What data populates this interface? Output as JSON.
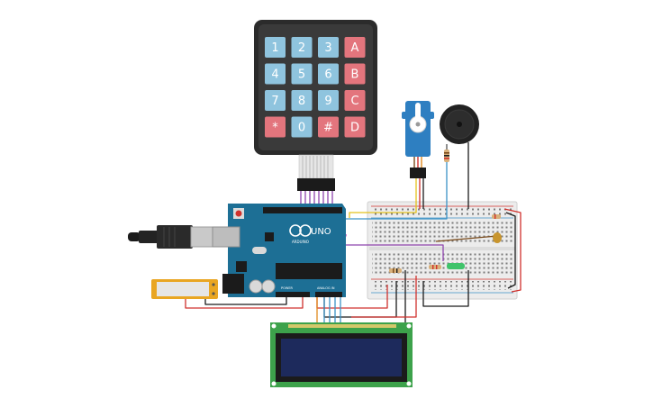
{
  "keypad": {
    "keys": [
      [
        "1",
        "2",
        "3",
        "A"
      ],
      [
        "4",
        "5",
        "6",
        "B"
      ],
      [
        "7",
        "8",
        "9",
        "C"
      ],
      [
        "*",
        "0",
        "#",
        "D"
      ]
    ],
    "colors": {
      "body": "#2b2b2b",
      "digit_key": "#8fc4de",
      "letter_key": "#e3757d",
      "key_text": "#ffffff"
    }
  },
  "arduino": {
    "model_label": "UNO",
    "brand_label": "ARDUINO",
    "power_label": "POWER",
    "analog_label": "ANALOG IN",
    "board_color": "#1d6f95"
  },
  "lcd": {
    "pcb_color": "#3da24b",
    "screen_color": "#1d2a5c"
  },
  "breadboard": {
    "color": "#ececec"
  },
  "servo": {
    "color": "#2e7fc1"
  },
  "buzzer": {
    "color": "#222222"
  },
  "wire_colors": {
    "yellow": "#e4c21c",
    "blue": "#3b93c7",
    "purple": "#8e44ad",
    "red": "#d0312d",
    "black": "#1b1b1b",
    "brown": "#7a4b1c",
    "magenta": "#c33fb8"
  }
}
